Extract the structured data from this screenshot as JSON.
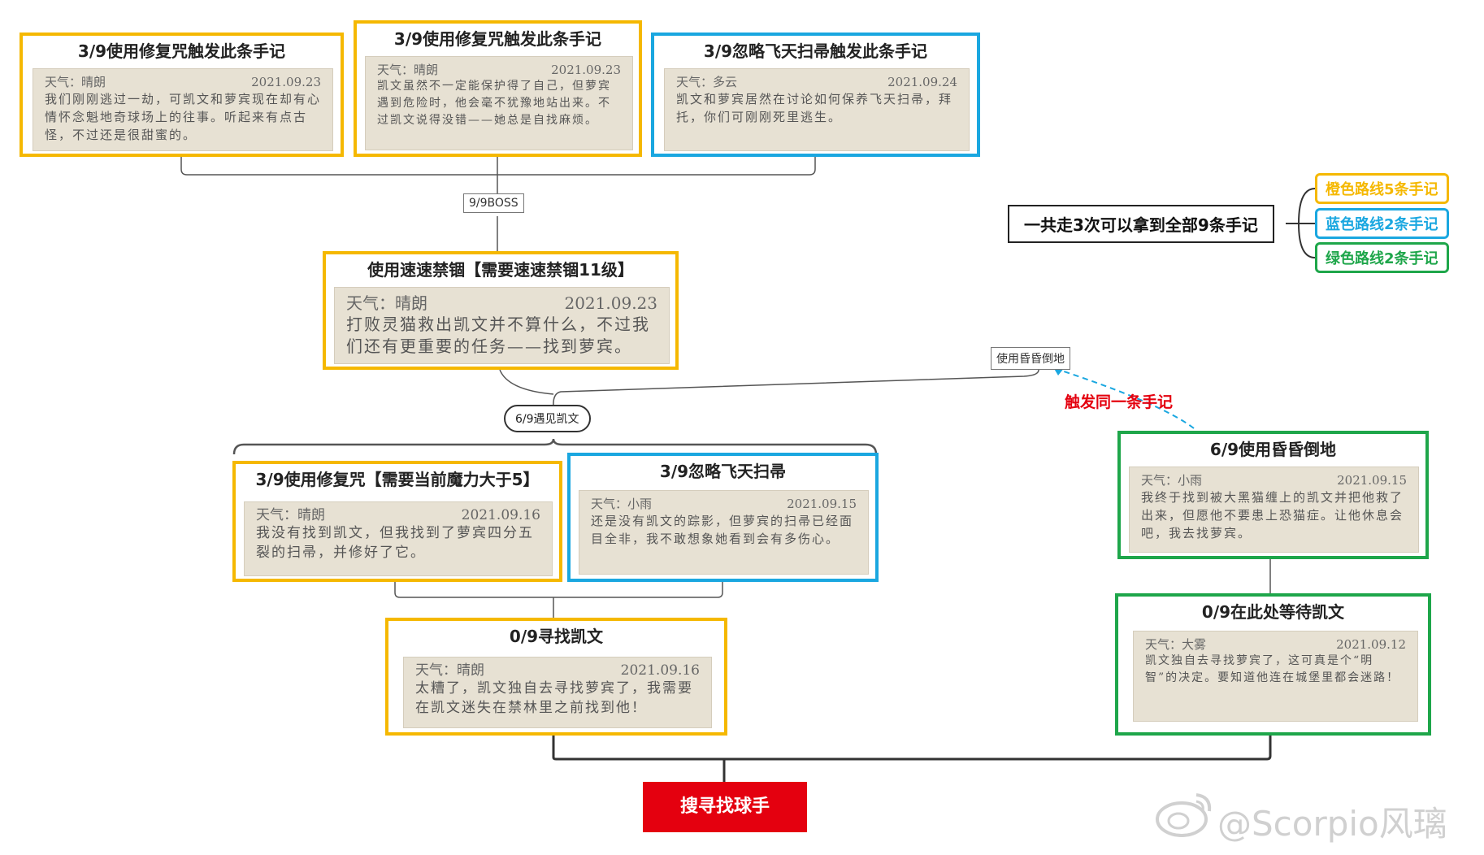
{
  "colors": {
    "orange": "#f5b800",
    "blue": "#1aa7e0",
    "green": "#1ea64a",
    "final_red": "#e4000f",
    "annotation_red": "#e4000f",
    "note_paper": "#e7e1d3"
  },
  "nodes": {
    "top_left": {
      "title": "3/9使用修复咒触发此条手记",
      "weather": "天气：晴朗",
      "date": "2021.09.23",
      "text": "我们刚刚逃过一劫，可凯文和萝宾现在却有心情怀念魁地奇球场上的往事。听起来有点古怪，不过还是很甜蜜的。"
    },
    "top_mid": {
      "title": "3/9使用修复咒触发此条手记",
      "weather": "天气：晴朗",
      "date": "2021.09.23",
      "text": "凯文虽然不一定能保护得了自己，但萝宾遇到危险时，他会毫不犹豫地站出来。不过凯文说得没错——她总是自找麻烦。"
    },
    "top_right": {
      "title": "3/9忽略飞天扫帚触发此条手记",
      "weather": "天气：多云",
      "date": "2021.09.24",
      "text": "凯文和萝宾居然在讨论如何保养飞天扫帚，拜托，你们可刚刚死里逃生。"
    },
    "boss_label": "9/9BOSS",
    "binding": {
      "title": "使用速速禁锢【需要速速禁锢11级】",
      "weather": "天气：晴朗",
      "date": "2021.09.23",
      "text": "打败灵猫救出凯文并不算什么，不过我们还有更重要的任务——找到萝宾。"
    },
    "stun_label": "使用昏昏倒地",
    "trigger_same": "触发同一条手记",
    "meet_kevin": "6/9遇见凯文",
    "repair": {
      "title": "3/9使用修复咒【需要当前魔力大于5】",
      "weather": "天气：晴朗",
      "date": "2021.09.16",
      "text": "我没有找到凯文，但我找到了萝宾四分五裂的扫帚，并修好了它。"
    },
    "ignore_broom": {
      "title": "3/9忽略飞天扫帚",
      "weather": "天气：小雨",
      "date": "2021.09.15",
      "text": "还是没有凯文的踪影，但萝宾的扫帚已经面目全非，我不敢想象她看到会有多伤心。"
    },
    "find_kevin": {
      "title": "0/9寻找凯文",
      "weather": "天气：晴朗",
      "date": "2021.09.16",
      "text": "太糟了，凯文独自去寻找萝宾了，我需要在凯文迷失在禁林里之前找到他！"
    },
    "stun_node": {
      "title": "6/9使用昏昏倒地",
      "weather": "天气：小雨",
      "date": "2021.09.15",
      "text": "我终于找到被大黑猫缠上的凯文并把他救了出来，但愿他不要患上恐猫症。让他休息会吧，我去找萝宾。"
    },
    "wait_kevin": {
      "title": "0/9在此处等待凯文",
      "weather": "天气：大雾",
      "date": "2021.09.12",
      "text": "凯文独自去寻找萝宾了，这可真是个“明智”的决定。要知道他连在城堡里都会迷路！"
    },
    "final": "搜寻找球手"
  },
  "summary": {
    "text": "一共走3次可以拿到全部9条手记",
    "legend": [
      {
        "label": "橙色路线5条手记",
        "color": "#f5b800"
      },
      {
        "label": "蓝色路线2条手记",
        "color": "#1aa7e0"
      },
      {
        "label": "绿色路线2条手记",
        "color": "#1ea64a"
      }
    ]
  },
  "watermark": "@Scorpio风璃"
}
